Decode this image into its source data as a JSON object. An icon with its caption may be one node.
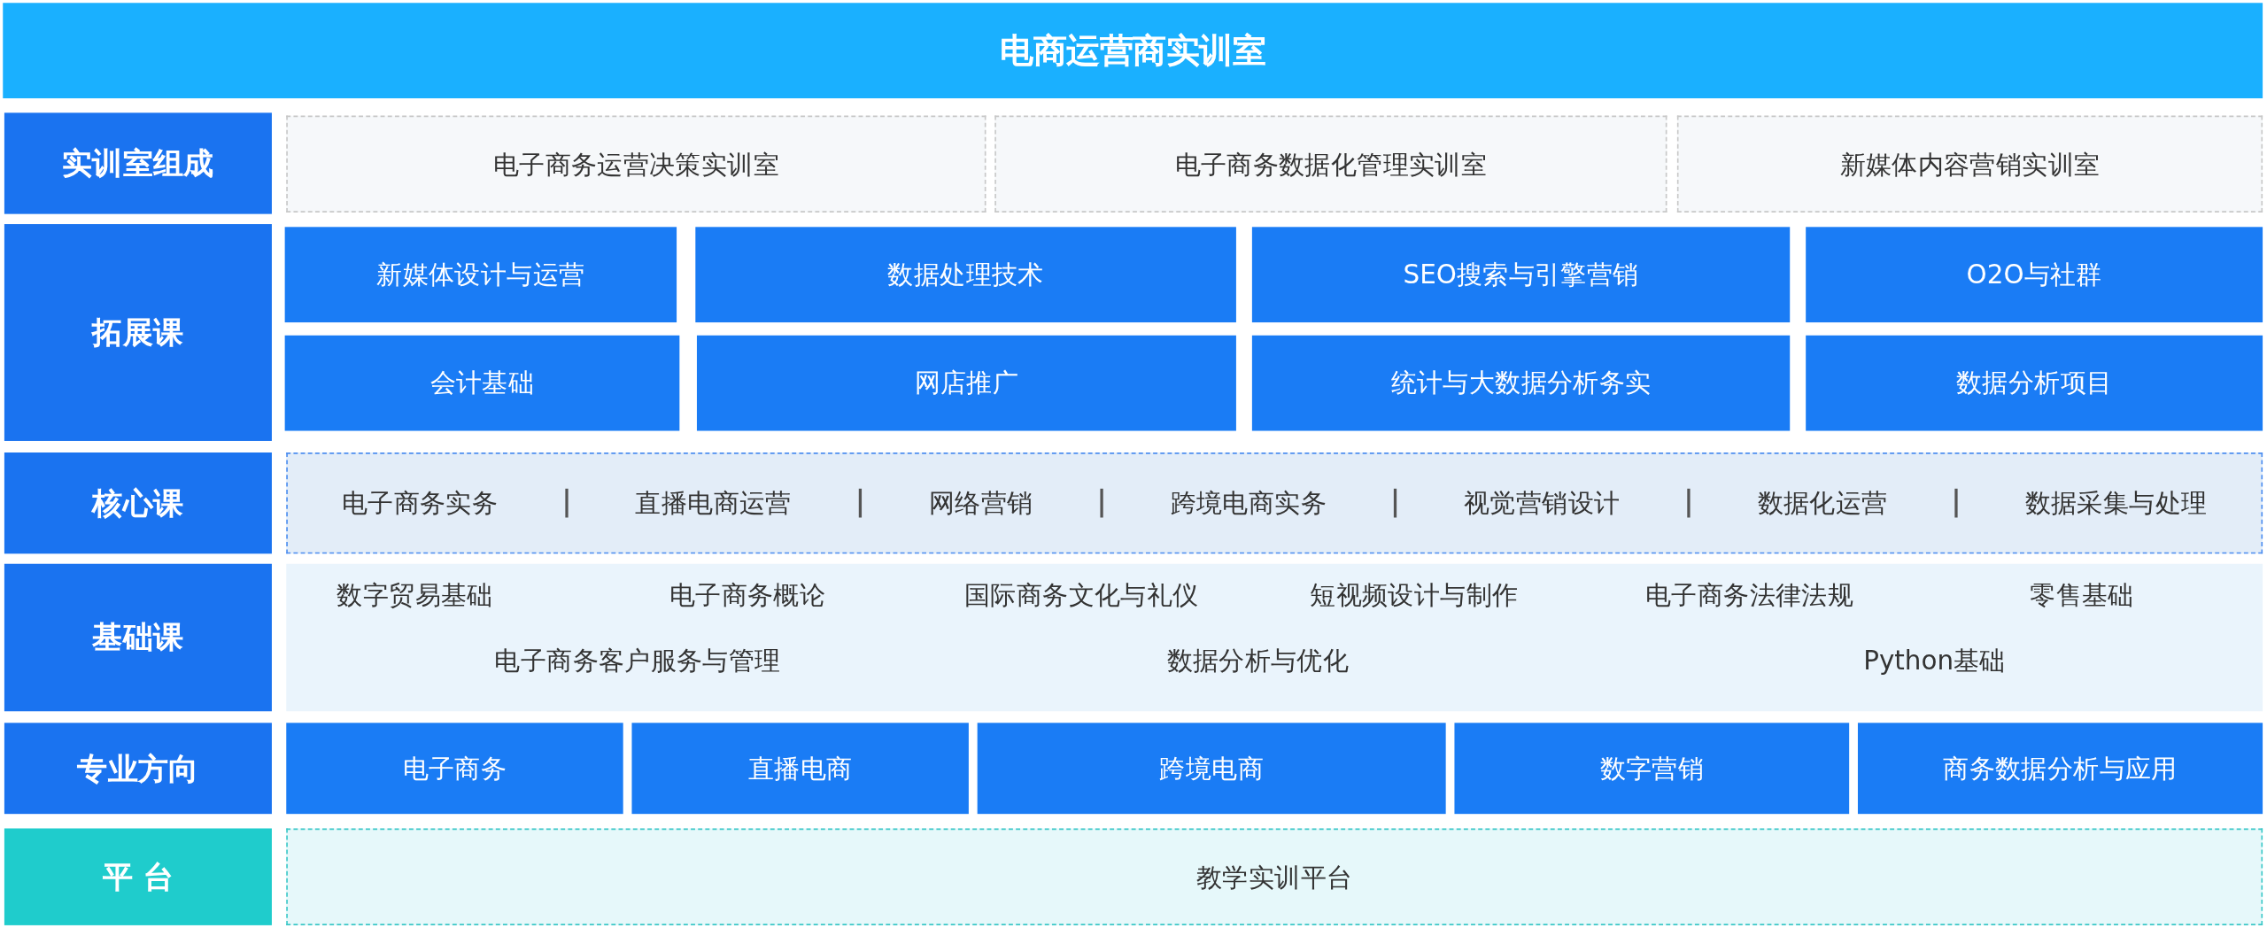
{
  "diagram": {
    "nodes": [
      {
        "text": [
          "电商运营商实训室"
        ]
      },
      {
        "text": [
          "实训室组成"
        ]
      },
      {
        "text": [
          "电子商务运营决策实训室"
        ]
      },
      {
        "text": [
          "电子商务数据化管理实训室"
        ]
      },
      {
        "text": [
          "新媒体内容营销实训室"
        ]
      },
      {
        "text": [
          "拓展课"
        ]
      },
      {
        "text": [
          "新媒体设计与运营"
        ]
      },
      {
        "text": [
          "数据处理技术"
        ]
      },
      {
        "text": [
          "SEO搜索与引擎营销"
        ]
      },
      {
        "text": [
          "O2O与社群"
        ]
      },
      {
        "text": [
          "会计基础"
        ]
      },
      {
        "text": [
          "网店推广"
        ]
      },
      {
        "text": [
          "统计与大数据分析务实"
        ]
      },
      {
        "text": [
          "数据分析项目"
        ]
      },
      {
        "text": [
          "核心课"
        ]
      },
      {
        "text": [
          "电子商务实务",
          "直播电商运营",
          "网络营销",
          "跨境电商实务",
          "视觉营销设计",
          "数据化运营",
          "数据采集与处理"
        ]
      },
      {
        "text": [
          "基础课"
        ]
      },
      {
        "text": [
          "数字贸易基础",
          "电子商务概论",
          "国际商务文化与礼仪",
          "短视频设计与制作",
          "电子商务法律法规",
          "零售基础",
          "电子商务客户服务与管理",
          "数据分析与优化",
          "Python基础"
        ]
      },
      {
        "text": [
          "专业方向"
        ]
      },
      {
        "text": [
          "电子商务"
        ]
      },
      {
        "text": [
          "直播电商"
        ]
      },
      {
        "text": [
          "跨境电商"
        ]
      },
      {
        "text": [
          "数字营销"
        ]
      },
      {
        "text": [
          "商务数据分析与应用"
        ]
      },
      {
        "text": [
          "平 台"
        ]
      },
      {
        "text": [
          "教学实训平台"
        ]
      }
    ]
  }
}
